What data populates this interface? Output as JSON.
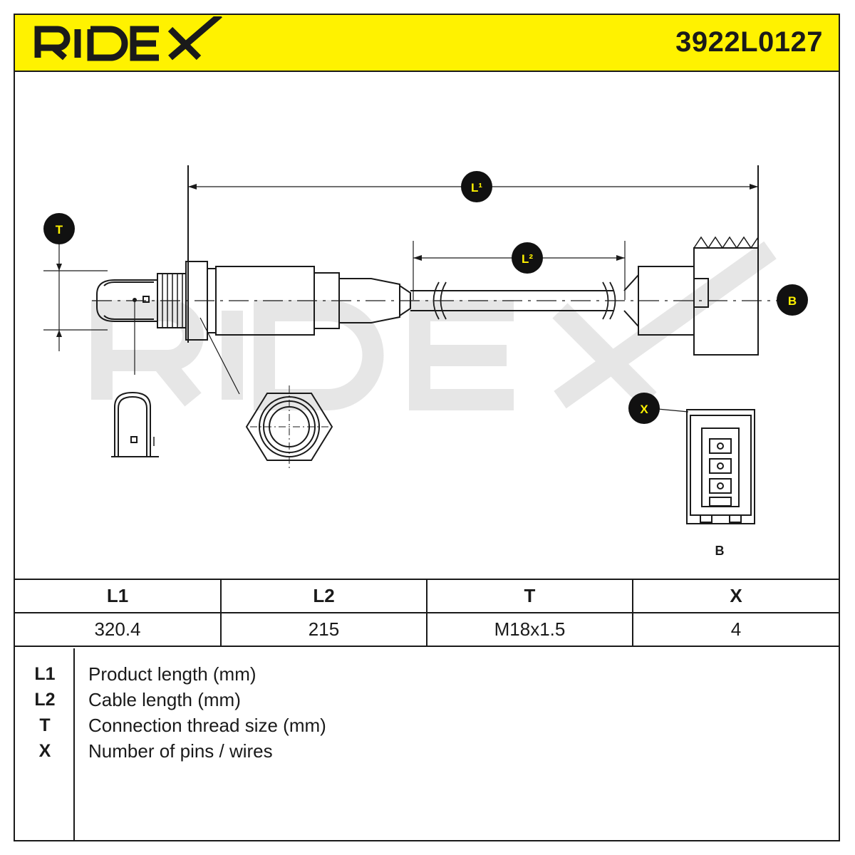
{
  "header": {
    "brand": "RIDEX",
    "part_number": "3922L0127"
  },
  "drawing": {
    "markers": {
      "l1": "L¹",
      "l2": "L²",
      "t": "T",
      "b": "B",
      "x": "X"
    },
    "connector_caption": "B",
    "watermark": "RIDEX"
  },
  "spec_table": {
    "columns": [
      "L1",
      "L2",
      "T",
      "X"
    ],
    "values": [
      "320.4",
      "215",
      "M18x1.5",
      "4"
    ]
  },
  "legend": [
    {
      "key": "L1",
      "desc": "Product length (mm)"
    },
    {
      "key": "L2",
      "desc": "Cable length (mm)"
    },
    {
      "key": "T",
      "desc": "Connection thread size (mm)"
    },
    {
      "key": "X",
      "desc": "Number of pins / wires"
    }
  ],
  "colors": {
    "brand_yellow": "#fff200",
    "ink": "#1a1a1a",
    "watermark": "#e6e6e6"
  }
}
